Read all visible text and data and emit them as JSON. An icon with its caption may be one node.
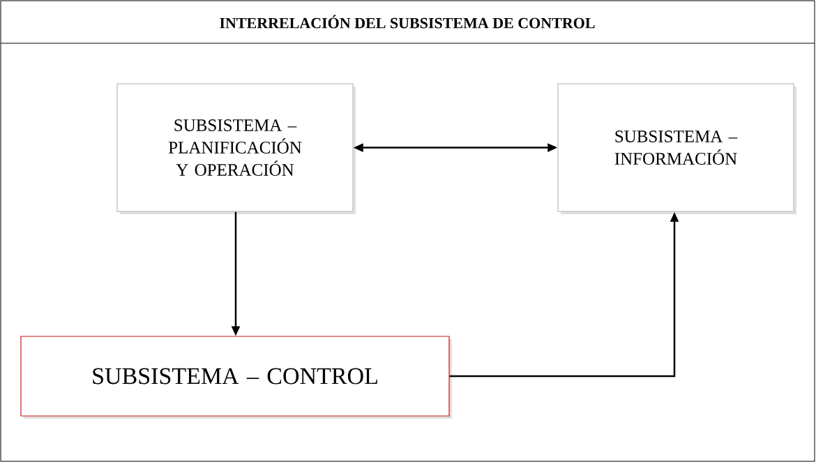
{
  "diagram": {
    "title": "INTERRELACIÓN DEL SUBSISTEMA DE CONTROL",
    "nodes": [
      {
        "text": [
          "SUBSISTEMA – PLANIFICACIÓN Y OPERACIÓN"
        ]
      },
      {
        "text": [
          "SUBSISTEMA – INFORMACIÓN"
        ]
      },
      {
        "text": [
          "SUBSISTEMA – CONTROL"
        ]
      }
    ],
    "edges": [
      {
        "from": 0,
        "to": 1,
        "arrow": "both"
      },
      {
        "from": 0,
        "to": 2,
        "arrow": "to"
      },
      {
        "from": 2,
        "to": 1,
        "arrow": "to"
      }
    ]
  }
}
